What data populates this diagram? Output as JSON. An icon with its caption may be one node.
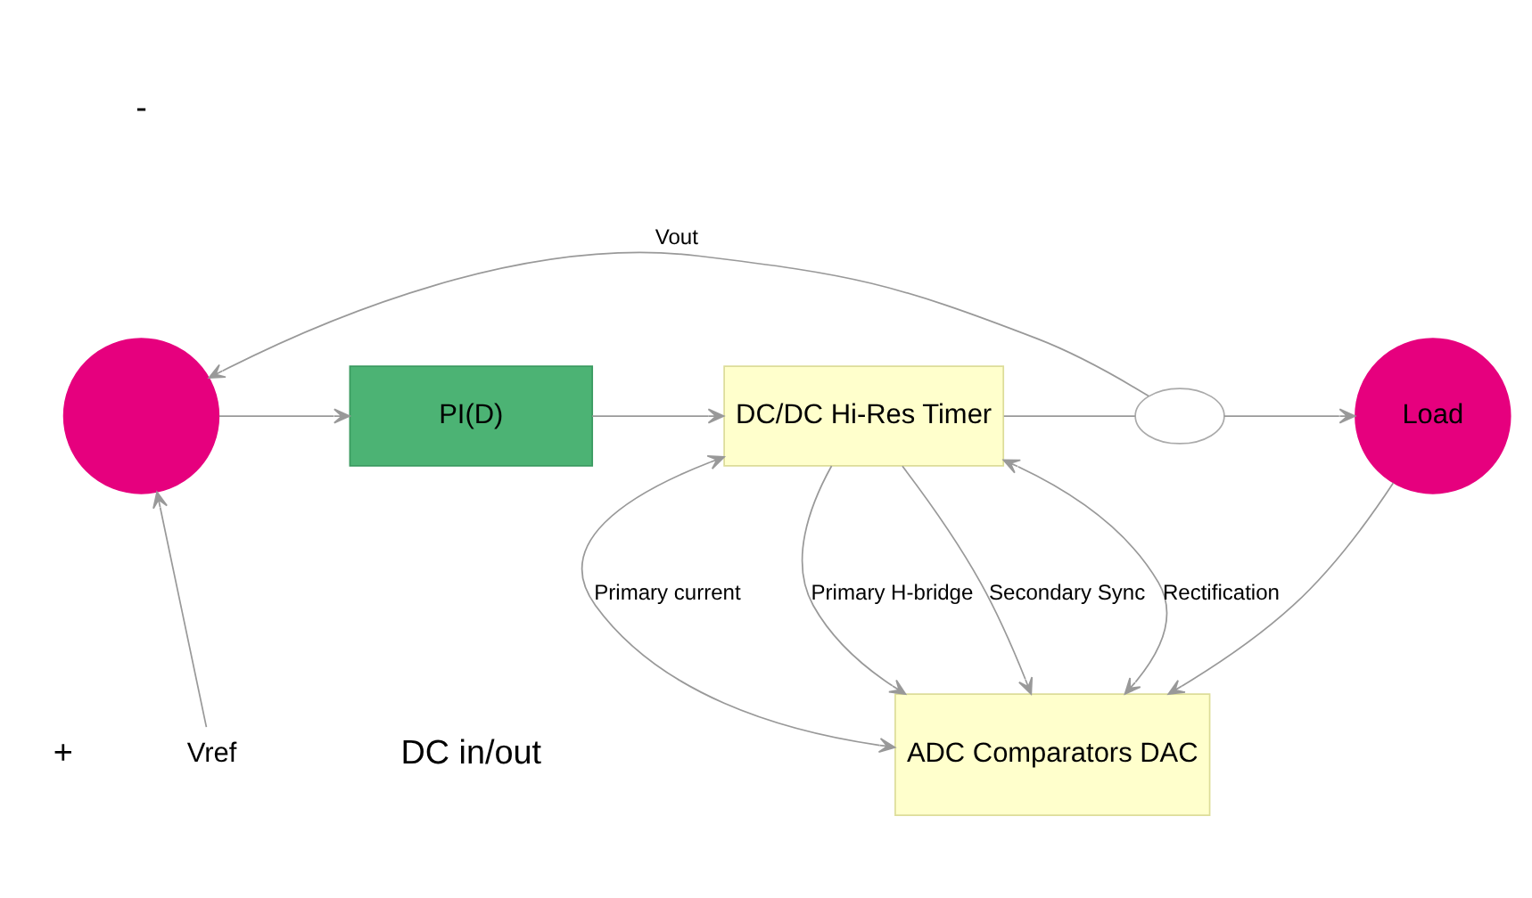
{
  "diagram": {
    "nodes": [
      {
        "text": [],
        "shape": "circle"
      },
      {
        "text": [
          "PI(D)"
        ]
      },
      {
        "text": [
          "DC/DC Hi-Res Timer"
        ]
      },
      {
        "text": [],
        "shape": "ellipse"
      },
      {
        "text": [
          "Load"
        ]
      },
      {
        "text": [
          "ADC Comparators DAC"
        ]
      },
      {
        "text": [
          "Vref"
        ]
      }
    ],
    "edges": [
      {
        "from": 6,
        "to": 0,
        "arrow": "to"
      },
      {
        "from": 0,
        "to": 1,
        "arrow": "to"
      },
      {
        "from": 1,
        "to": 2,
        "arrow": "to"
      },
      {
        "from": 2,
        "to": 3,
        "arrow": "none"
      },
      {
        "from": 3,
        "to": 4,
        "arrow": "to"
      },
      {
        "from": 3,
        "to": 0,
        "arrow": "to",
        "label": "Vout"
      },
      {
        "from": 2,
        "to": 5,
        "arrow": "both",
        "label": "Primary current"
      },
      {
        "from": 2,
        "to": 5,
        "arrow": "to",
        "label": "Primary H-bridge"
      },
      {
        "from": 2,
        "to": 5,
        "arrow": "to",
        "label": "Secondary Sync"
      },
      {
        "from": 2,
        "to": 5,
        "arrow": "both",
        "label": "Rectification"
      },
      {
        "from": 4,
        "to": 5,
        "arrow": "to"
      }
    ],
    "labels": [
      "-",
      "+",
      "DC in/out"
    ]
  }
}
